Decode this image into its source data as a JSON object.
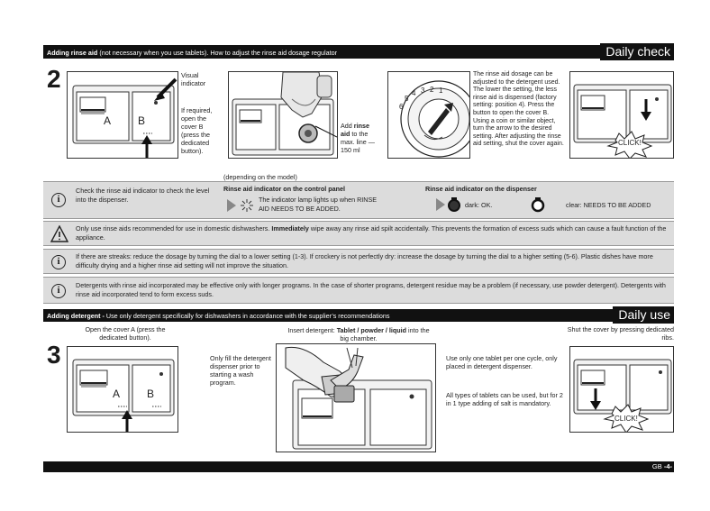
{
  "rinse_section": {
    "bar_title": "Adding rinse aid",
    "bar_subtitle": "(not necessary when you use tablets). How to adjust the rinse aid dosage regulator",
    "tab": "Daily check",
    "step": "2",
    "visual_indicator": "Visual indicator",
    "if_required": "If required, open the cover B (press the dedicated button).",
    "label_a": "A",
    "label_b": "B",
    "add_rinse_pre": "Add ",
    "add_rinse_bold": "rinse aid",
    "add_rinse_post": " to the max. line —150 ml",
    "dial_numbers": [
      "6",
      "5",
      "4",
      "3",
      "2",
      "1"
    ],
    "dosage_text": "The rinse aid dosage can be adjusted to the detergent used. The lower the setting, the less rinse aid is dispensed (factory setting: position 4). Press the button to open the cover B. Using a coin or similar object, turn the arrow to the desired setting. After adjusting the rinse aid setting, shut the cover again.",
    "click": "CLICK!"
  },
  "indicator_box": {
    "text": "Check the rinse aid indicator to check the level into the dispenser.",
    "depending": "(depending on the model)",
    "panel_title": "Rinse aid indicator on the control panel",
    "panel_text": "The indicator lamp lights up when RINSE AID NEEDS TO BE ADDED.",
    "dispenser_title": "Rinse aid indicator on the dispenser",
    "dark": "dark: OK.",
    "clear": "clear: NEEDS TO BE ADDED"
  },
  "warning_box": {
    "text_pre": "Only use rinse aids recommended for use in domestic dishwashers. ",
    "text_bold": "Immediately",
    "text_post": " wipe away any rinse aid spilt accidentally. This prevents the formation of excess suds which can cause a fault function of the appliance."
  },
  "streaks_box": {
    "text": "If there are streaks: reduce the dosage by turning the dial to a lower setting (1-3). If crockery is not perfectly dry: increase the dosage by turning the dial to a higher setting (5-6). Plastic dishes have more difficulty drying and a higher rinse aid setting will not improve the situation."
  },
  "detergent_info_box": {
    "text": "Detergents with rinse aid incorporated may be effective only with longer programs. In the case of shorter programs, detergent residue may be a problem (if necessary, use powder detergent). Detergents with rinse aid incorporated tend to form excess suds."
  },
  "detergent_section": {
    "bar_title": "Adding detergent -",
    "bar_subtitle": "Use only detergent specifically for dishwashers in accordance with the supplier’s recommendations",
    "tab": "Daily use",
    "step": "3",
    "open_cover": "Open the cover A (press the dedicated button).",
    "only_fill": "Only fill the detergent dispenser prior to starting a wash program.",
    "insert_pre": "Insert detergent: ",
    "insert_bold": "Tablet / powder / liquid",
    "insert_post": " into the big chamber.",
    "one_tablet": "Use only one tablet per one cycle, only placed in detergent dispenser.",
    "all_types": "All types of tablets can be used, but for 2 in 1 type adding of salt is mandatory.",
    "shut_cover": "Shut the cover by pressing dedicated ribs.",
    "label_a": "A",
    "label_b": "B",
    "click": "CLICK!"
  },
  "footer": {
    "lang": "GB",
    "page": "-4-"
  }
}
